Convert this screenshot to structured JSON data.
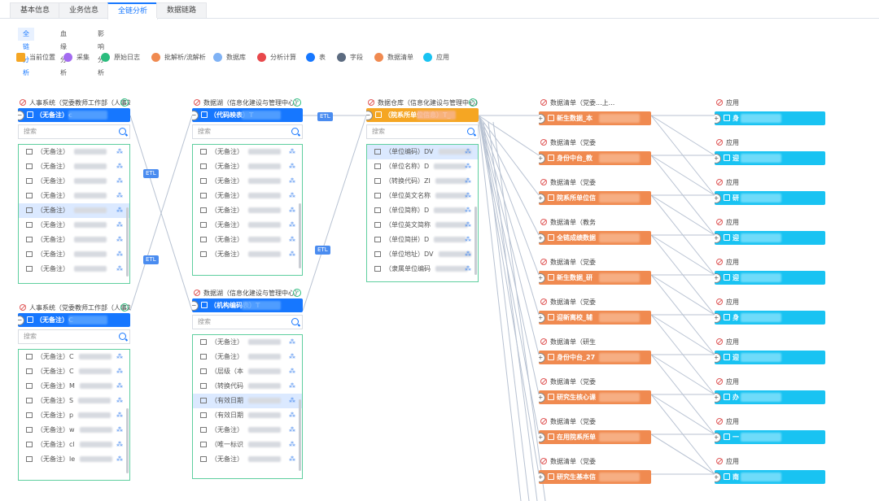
{
  "tabs": [
    {
      "label": "基本信息",
      "active": false
    },
    {
      "label": "业务信息",
      "active": false
    },
    {
      "label": "全链分析",
      "active": true
    },
    {
      "label": "数据链路",
      "active": false
    }
  ],
  "subtabs": [
    {
      "label": "全链分析",
      "active": true
    },
    {
      "label": "血缘分析",
      "active": false
    },
    {
      "label": "影响分析",
      "active": false
    }
  ],
  "legend": [
    {
      "label": "当前位置",
      "color": "#f5a623",
      "icon": "square-icon"
    },
    {
      "label": "采集",
      "color": "#a36bf0",
      "icon": "collect-icon"
    },
    {
      "label": "原始日志",
      "color": "#2bbd7e",
      "icon": "log-icon"
    },
    {
      "label": "批解析/流解析",
      "color": "#f08a50",
      "icon": "parse-icon"
    },
    {
      "label": "数据库",
      "color": "#7fb2f5",
      "icon": "database-icon"
    },
    {
      "label": "分析计算",
      "color": "#e8484b",
      "icon": "compute-icon"
    },
    {
      "label": "表",
      "color": "#1677ff",
      "icon": "table-icon"
    },
    {
      "label": "字段",
      "color": "#5c6b80",
      "icon": "field-icon"
    },
    {
      "label": "数据清单",
      "color": "#f08a50",
      "icon": "list-icon"
    },
    {
      "label": "应用",
      "color": "#19c3f2",
      "icon": "app-icon"
    }
  ],
  "search_placeholder": "搜索",
  "etl_label": "ETL",
  "col1": [
    {
      "header": "人事系统（党委教师工作部（人事处",
      "title": "（无备注）c",
      "rows": [
        "（无备注）",
        "（无备注）",
        "（无备注）",
        "（无备注）",
        "（无备注）",
        "（无备注）",
        "（无备注）",
        "（无备注）",
        "（无备注）"
      ]
    },
    {
      "header": "人事系统（党委教师工作部（人事处",
      "title": "（无备注）C",
      "rows": [
        "（无备注）C",
        "（无备注）C",
        "（无备注）M",
        "（无备注）S",
        "（无备注）p",
        "（无备注）w",
        "（无备注）cl",
        "（无备注）le"
      ]
    }
  ],
  "col2": [
    {
      "header": "数据湖（信息化建设与管理中心）",
      "title": "（代码映表）T",
      "rows": [
        "（无备注）",
        "（无备注）",
        "（无备注）",
        "（无备注）",
        "（无备注）",
        "（无备注）",
        "（无备注）",
        "（无备注）"
      ]
    },
    {
      "header": "数据湖（信息化建设与管理中心）",
      "title": "（机构编码表）T",
      "rows": [
        "（无备注）",
        "（无备注）",
        "（层级（本",
        "（转换代码",
        "（有效日期",
        "（有效日期",
        "（无备注）",
        "（唯一标识",
        "（无备注）"
      ]
    }
  ],
  "col3": {
    "header": "数据仓库（信息化建设与管理中心）",
    "title": "（院系所单位信息）T_",
    "rows": [
      "（单位编码）DV",
      "（单位名称）D",
      "（转换代码）ZI",
      "（单位英文名称",
      "（单位简称）D",
      "（单位英文简称",
      "（单位简拼）D",
      "（单位地址）DV",
      "（隶属单位编码"
    ]
  },
  "col4": [
    {
      "header": "数据清单（党委...上...",
      "title": "新生数据_本"
    },
    {
      "header": "数据清单（党委",
      "title": "身份中台_教"
    },
    {
      "header": "数据清单（党委",
      "title": "院系所单位信"
    },
    {
      "header": "数据清单（教务",
      "title": "全链成绩数据"
    },
    {
      "header": "数据清单（党委",
      "title": "新生数据_研"
    },
    {
      "header": "数据清单（党委",
      "title": "迎新离校_辅"
    },
    {
      "header": "数据清单（研生",
      "title": "身份中台_27"
    },
    {
      "header": "数据清单（党委",
      "title": "研究生核心课"
    },
    {
      "header": "数据清单（党委",
      "title": "在用院系所单"
    },
    {
      "header": "数据清单（党委",
      "title": "研究生基本信"
    }
  ],
  "col5": [
    {
      "header": "应用",
      "title": "身"
    },
    {
      "header": "应用",
      "title": "迎"
    },
    {
      "header": "应用",
      "title": "研"
    },
    {
      "header": "应用",
      "title": "迎"
    },
    {
      "header": "应用",
      "title": "迎"
    },
    {
      "header": "应用",
      "title": "身"
    },
    {
      "header": "应用",
      "title": "迎"
    },
    {
      "header": "应用",
      "title": "办"
    },
    {
      "header": "应用",
      "title": "一"
    },
    {
      "header": "应用",
      "title": "南"
    }
  ]
}
